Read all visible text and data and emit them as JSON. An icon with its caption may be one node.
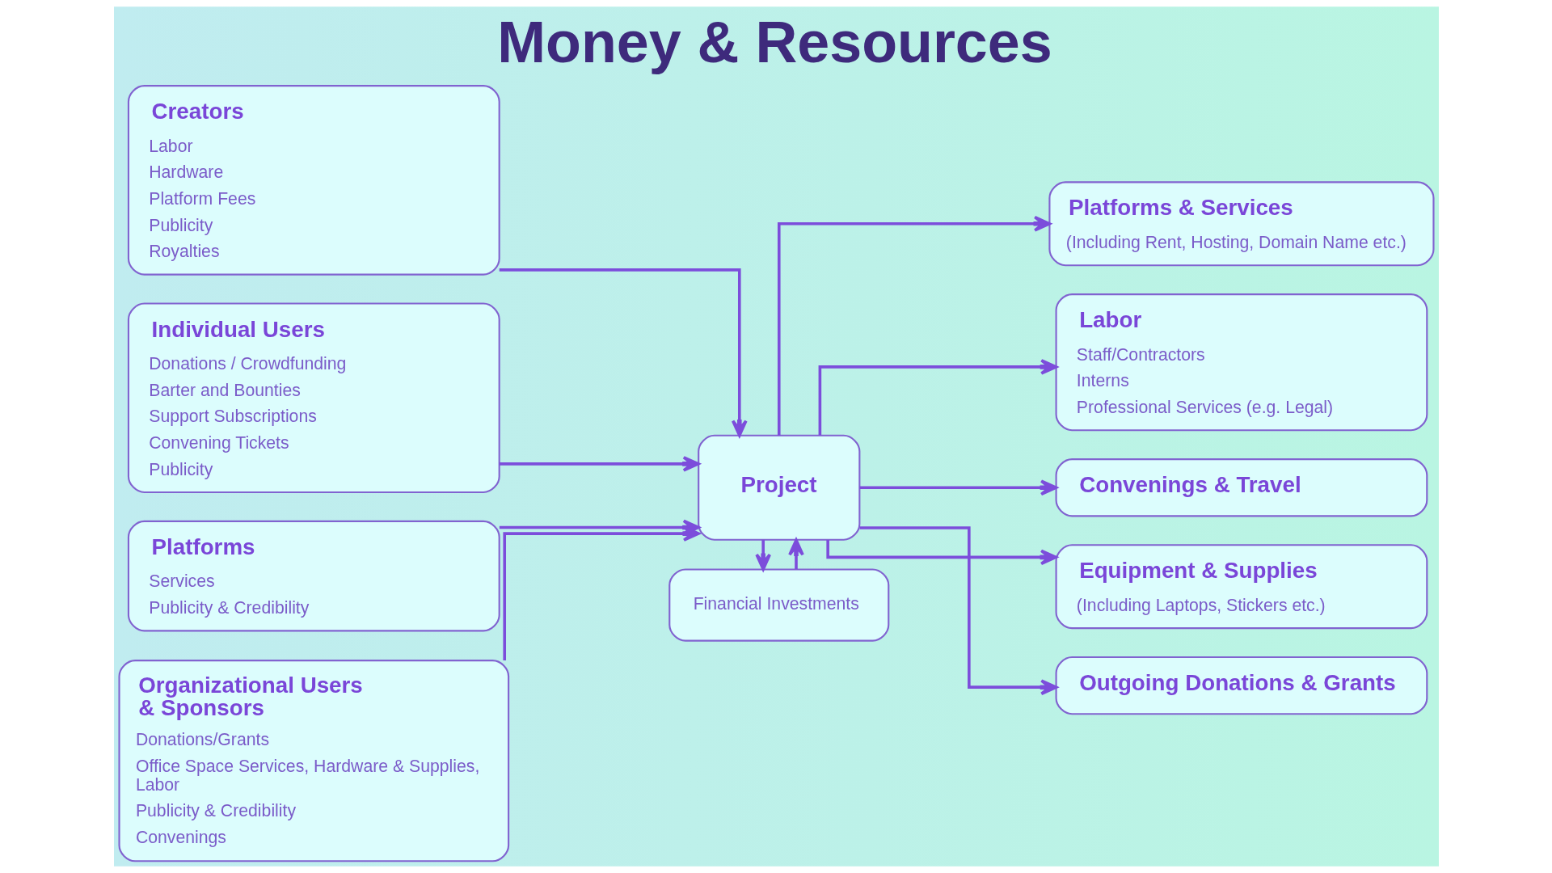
{
  "diagram": {
    "title": "Money & Resources",
    "nodes": [
      {
        "text": [
          "Creators",
          "Labor",
          "Hardware",
          "Platform Fees",
          "Publicity",
          "Royalties"
        ]
      },
      {
        "text": [
          "Individual Users",
          "Donations / Crowdfunding",
          "Barter and Bounties",
          "Support Subscriptions",
          "Convening Tickets",
          "Publicity"
        ]
      },
      {
        "text": [
          "Platforms",
          "Services",
          "Publicity & Credibility"
        ]
      },
      {
        "text": [
          "Organizational Users & Sponsors",
          "Donations/Grants",
          "Office Space Services, Hardware & Supplies, Labor",
          "Publicity & Credibility",
          "Convenings"
        ]
      },
      {
        "text": [
          "Project"
        ]
      },
      {
        "text": [
          "Financial Investments"
        ]
      },
      {
        "text": [
          "Platforms & Services",
          "(Including Rent, Hosting, Domain Name etc.)"
        ]
      },
      {
        "text": [
          "Labor",
          "Staff/Contractors",
          "Interns",
          "Professional Services (e.g. Legal)"
        ]
      },
      {
        "text": [
          "Convenings & Travel"
        ]
      },
      {
        "text": [
          "Equipment & Supplies",
          "(Including Laptops, Stickers etc.)"
        ]
      },
      {
        "text": [
          "Outgoing Donations & Grants"
        ]
      }
    ],
    "edges": [
      {
        "from": 0,
        "to": 4,
        "arrow": "to"
      },
      {
        "from": 1,
        "to": 4,
        "arrow": "to"
      },
      {
        "from": 2,
        "to": 4,
        "arrow": "to"
      },
      {
        "from": 3,
        "to": 4,
        "arrow": "to"
      },
      {
        "from": 4,
        "to": 6,
        "arrow": "to"
      },
      {
        "from": 4,
        "to": 7,
        "arrow": "to"
      },
      {
        "from": 4,
        "to": 8,
        "arrow": "to"
      },
      {
        "from": 4,
        "to": 9,
        "arrow": "to"
      },
      {
        "from": 4,
        "to": 10,
        "arrow": "to"
      },
      {
        "from": 4,
        "to": 5,
        "arrow": "to"
      },
      {
        "from": 5,
        "to": 4,
        "arrow": "to"
      }
    ]
  }
}
